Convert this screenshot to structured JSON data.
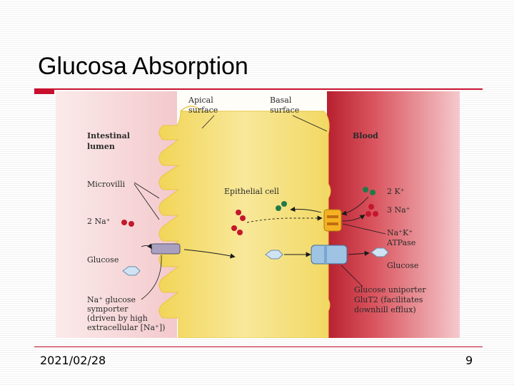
{
  "slide": {
    "title": "Glucosa Absorption",
    "date": "2021/02/28",
    "page_number": "9"
  },
  "diagram": {
    "label_apical_1": "Apical",
    "label_apical_2": "surface",
    "label_basal_1": "Basal",
    "label_basal_2": "surface",
    "label_lumen_1": "Intestinal",
    "label_lumen_2": "lumen",
    "label_blood": "Blood",
    "label_microvilli": "Microvilli",
    "label_epithelial": "Epithelial cell",
    "label_na_in": "2 Na⁺",
    "label_glucose_left": "Glucose",
    "label_symporter_1": "Na⁺ glucose",
    "label_symporter_2": "symporter",
    "label_symporter_3": "(driven by high",
    "label_symporter_4": "extracellular [Na⁺])",
    "label_k": "2 K⁺",
    "label_na_out": "3 Na⁺",
    "label_atpase_1": "Na⁺K⁺",
    "label_atpase_2": "ATPase",
    "label_glucose_right": "Glucose",
    "label_uniporter_1": "Glucose uniporter",
    "label_uniporter_2": "GluT2 (facilitates",
    "label_uniporter_3": "downhill efflux)"
  },
  "colors": {
    "accent_red": "#c8102e",
    "cell_yellow": "#f6e27a",
    "blood_red": "#c8323f",
    "lumen_pink": "#f7d4d6",
    "na_red": "#c4172c",
    "k_green": "#1f7a4a",
    "glucose_blue": "#cfe3f3"
  }
}
